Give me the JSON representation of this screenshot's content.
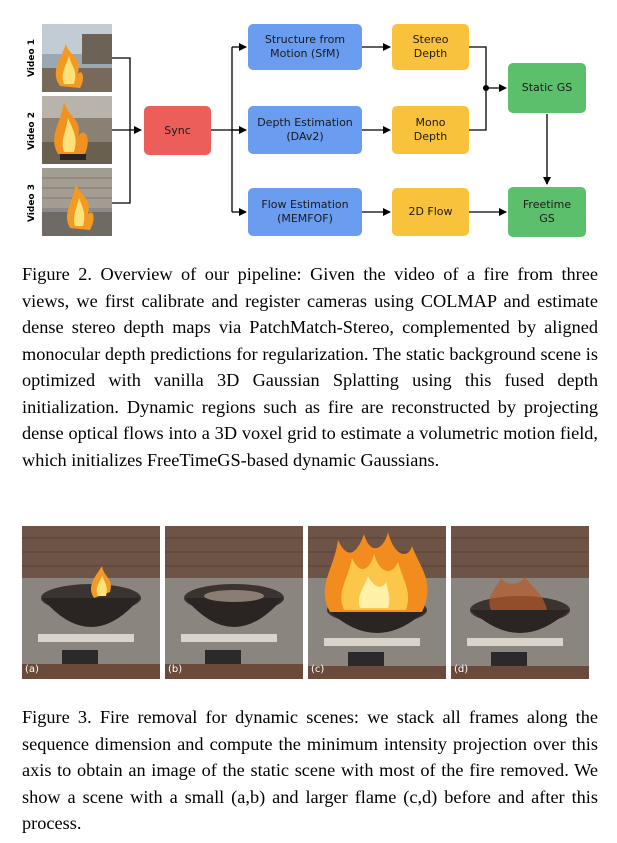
{
  "figure2": {
    "video_labels": [
      "Video 1",
      "Video 2",
      "Video 3"
    ],
    "nodes": {
      "sync": "Sync",
      "sfm": "Structure from\nMotion (SfM)",
      "depth_est": "Depth Estimation\n(DAv2)",
      "flow_est": "Flow Estimation\n(MEMFOF)",
      "stereo_depth": "Stereo\nDepth",
      "mono_depth": "Mono\nDepth",
      "flow2d": "2D Flow",
      "static_gs": "Static GS",
      "freetime_gs": "Freetime\nGS"
    },
    "caption": "Figure 2.  Overview of our pipeline: Given the video of a fire from three views, we first calibrate and register cameras using COLMAP and estimate dense stereo depth maps via PatchMatch-Stereo, complemented by aligned monocular depth predictions for regularization.  The static background scene is optimized with vanilla 3D Gaussian Splatting using this fused depth initialization. Dynamic regions such as fire are reconstructed by projecting dense optical flows into a 3D voxel grid to estimate a volumetric motion field, which initializes FreeTimeGS-based dynamic Gaussians."
  },
  "figure3": {
    "panel_labels": [
      "(a)",
      "(b)",
      "(c)",
      "(d)"
    ],
    "caption": "Figure 3.  Fire removal for dynamic scenes: we stack all frames along the sequence dimension and compute the minimum intensity projection over this axis to obtain an image of the static scene with most of the fire removed. We show a scene with a small (a,b) and larger flame (c,d) before and after this process."
  }
}
